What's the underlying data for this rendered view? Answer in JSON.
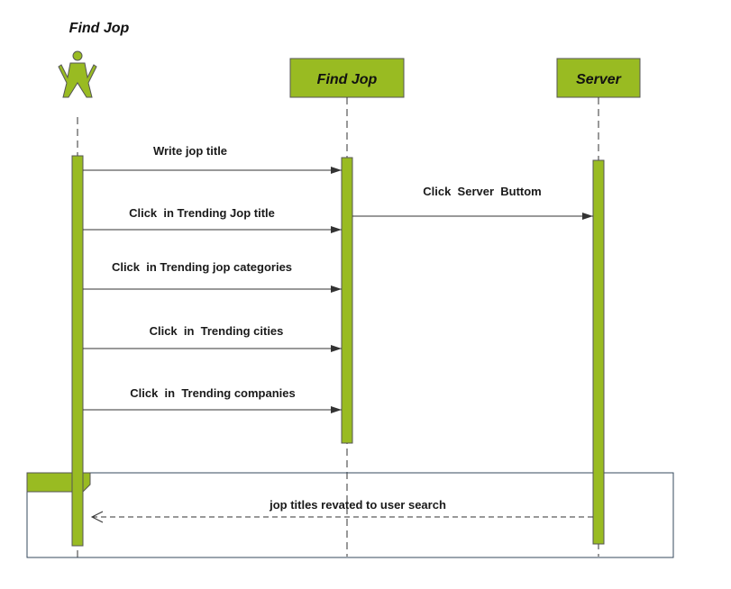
{
  "actor": {
    "name": "Find Jop"
  },
  "lifelines": [
    {
      "id": "find-jop",
      "name": "Find Jop"
    },
    {
      "id": "server",
      "name": "Server"
    }
  ],
  "messages": [
    {
      "label": "Write jop title"
    },
    {
      "label": "Click  in Trending Jop title"
    },
    {
      "label": "Click  Server  Buttom"
    },
    {
      "label": "Click  in Trending jop categories"
    },
    {
      "label": "Click  in  Trending cities"
    },
    {
      "label": "Click  in  Trending companies"
    },
    {
      "label": "jop titles revated to user search"
    }
  ],
  "colors": {
    "accent": "#99bb22",
    "border": "#555555",
    "frame": "#34495e"
  }
}
